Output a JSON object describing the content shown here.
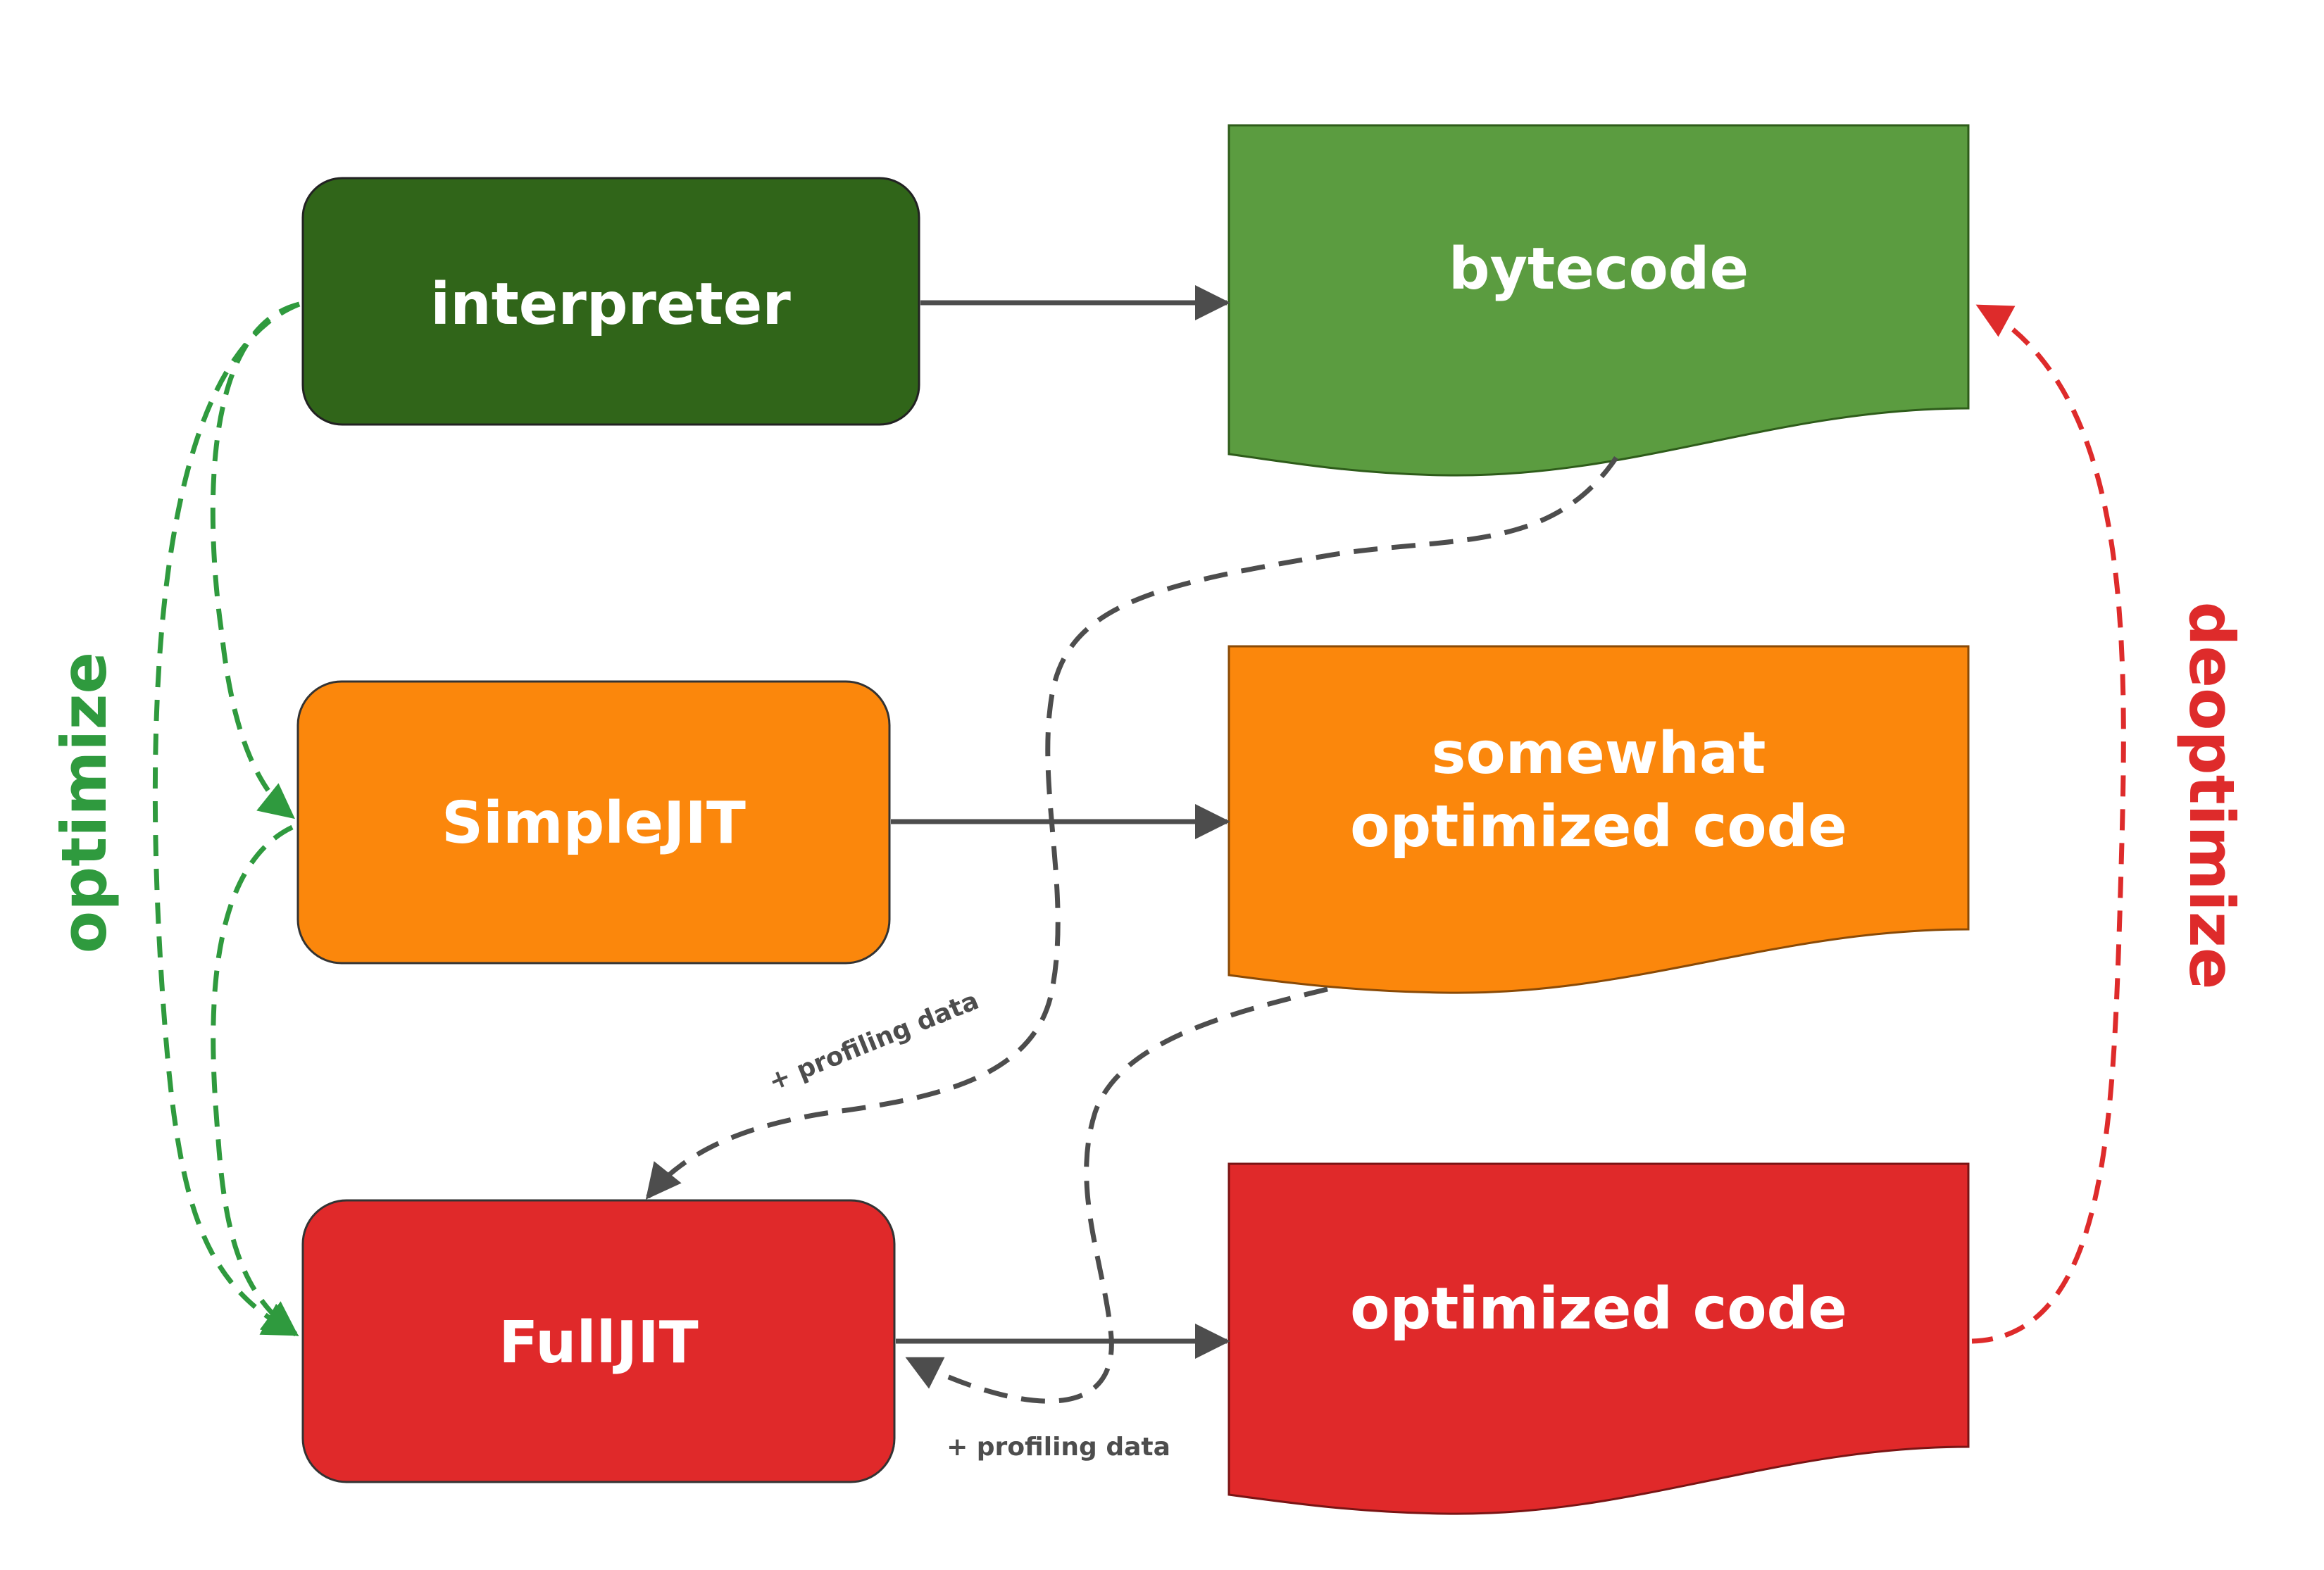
{
  "colors": {
    "interpreter": "#306519",
    "bytecode": "#5b9c40",
    "simple_jit": "#fb870c",
    "full_jit": "#e0292a",
    "optimize": "#2f9a3e",
    "deoptimize": "#de2b2b",
    "connector": "#4d4d4d",
    "text": "#ffffff"
  },
  "nodes": {
    "interpreter": {
      "label": "interpreter"
    },
    "simple_jit": {
      "label": "SimpleJIT"
    },
    "full_jit": {
      "label": "FullJIT"
    },
    "bytecode": {
      "label": "bytecode"
    },
    "somewhat_optimized": {
      "line1": "somewhat",
      "line2": "optimized code"
    },
    "optimized": {
      "label": "optimized code"
    }
  },
  "side_labels": {
    "optimize": "optimize",
    "deoptimize": "deoptimize"
  },
  "edge_labels": {
    "profiling_upper": "+ profiling data",
    "profiling_lower": "+ profiling data"
  }
}
